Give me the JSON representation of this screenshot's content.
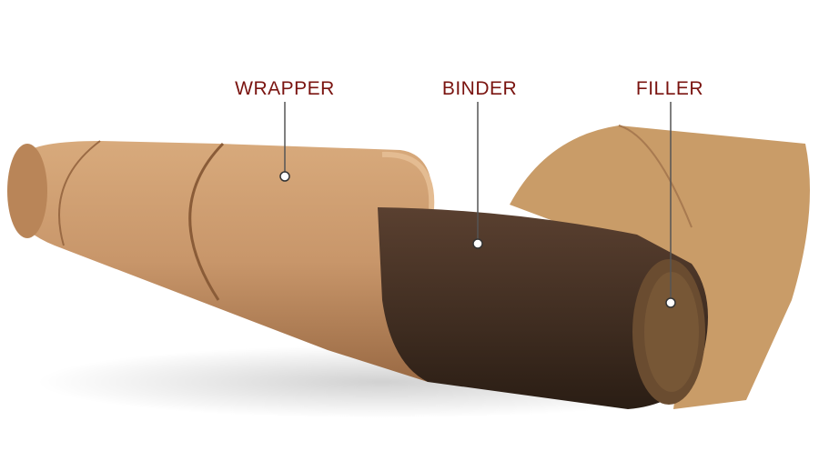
{
  "labels": {
    "wrapper": "WRAPPER",
    "binder": "BINDER",
    "filler": "FILLER"
  },
  "colors": {
    "label": "#7a1410",
    "leader_line": "#555555",
    "wrapper_leaf": "#c8966a",
    "binder_leaf": "#4a3424",
    "filler_leaf": "#c79a66"
  }
}
